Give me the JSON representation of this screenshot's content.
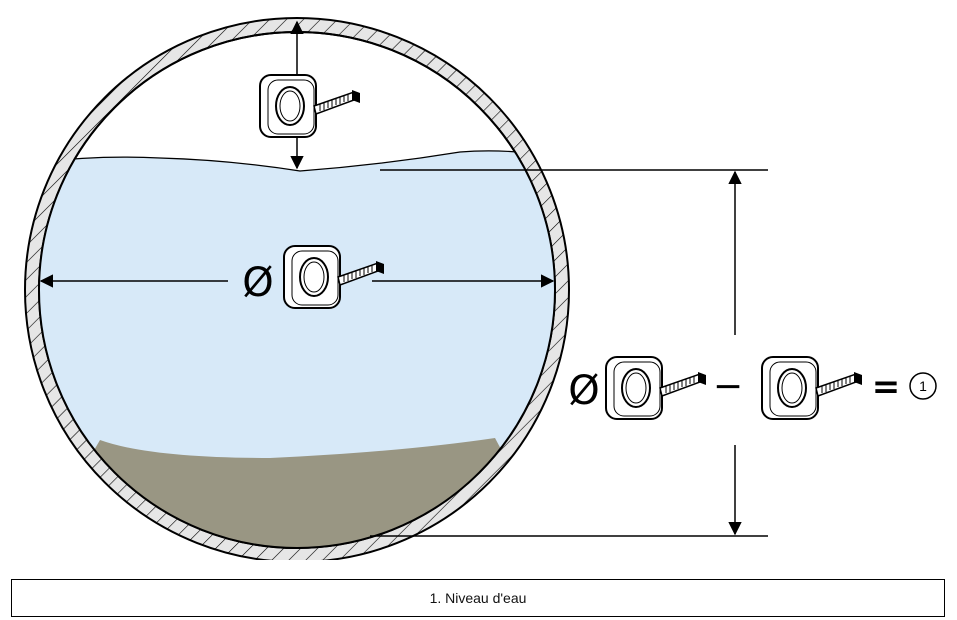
{
  "diagram": {
    "diameter_symbol": "Ø",
    "minus_symbol": "−",
    "equals_symbol": "=",
    "callout_number": "1",
    "colors": {
      "water": "#d7e9f8",
      "sediment": "#999683",
      "pipe_wall": "#e6e6e6",
      "line": "#000000"
    },
    "icons": [
      "tape-measure-icon"
    ]
  },
  "legend": {
    "items": [
      {
        "text": "1. Niveau d'eau"
      }
    ]
  }
}
